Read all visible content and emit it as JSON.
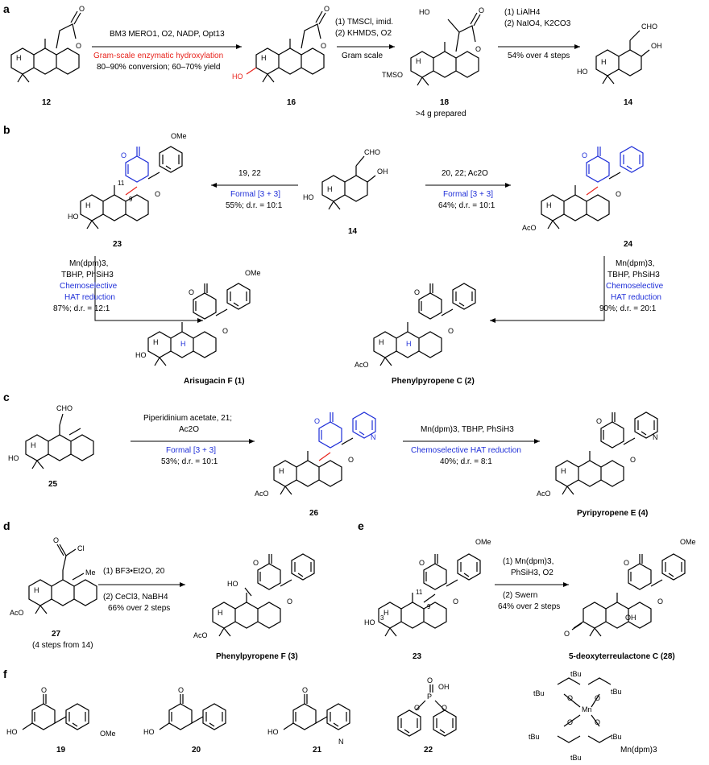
{
  "panels": {
    "a": "a",
    "b": "b",
    "c": "c",
    "d": "d",
    "e": "e",
    "f": "f"
  },
  "compounds": {
    "c12": "12",
    "c16": "16",
    "c18": "18",
    "c18_note": ">4 g prepared",
    "c14_a": "14",
    "c23": "23",
    "c14_b": "14",
    "c24": "24",
    "arisugacin": "Arisugacin F (1)",
    "phenylpyropeneC": "Phenylpyropene C (2)",
    "c25": "25",
    "c26": "26",
    "pyripyropeneE": "Pyripyropene E (4)",
    "c27": "27",
    "c27_note": "(4 steps from 14)",
    "phenylpyropeneF": "Phenylpyropene F (3)",
    "c23_e": "23",
    "deoxyterreulactone": "5-deoxyterreulactone C (28)",
    "c19": "19",
    "c20": "20",
    "c21": "21",
    "c22": "22",
    "mndpm": "Mn(dpm)3"
  },
  "conditions": {
    "a1_l1": "BM3 MERO1, O2, NADP, Opt13",
    "a1_l2": "Gram-scale enzymatic hydroxylation",
    "a1_l3": "80–90% conversion; 60–70% yield",
    "a2_l1": "(1) TMSCl, imid.",
    "a2_l2": "(2) KHMDS, O2",
    "a2_l3": "Gram scale",
    "a3_l1": "(1) LiAlH4",
    "a3_l2": "(2) NaIO4, K2CO3",
    "a3_l3": "54% over 4 steps",
    "b_left_l1": "19, 22",
    "b_left_l2": "Formal [3 + 3]",
    "b_left_l3": "55%; d.r. = 10:1",
    "b_right_l1": "20, 22; Ac2O",
    "b_right_l2": "Formal [3 + 3]",
    "b_right_l3": "64%; d.r. = 10:1",
    "b_hatL_l1": "Mn(dpm)3,",
    "b_hatL_l2": "TBHP, PhSiH3",
    "b_hatL_l3": "Chemoselective",
    "b_hatL_l4": "HAT reduction",
    "b_hatL_l5": "87%; d.r. = 12:1",
    "b_hatR_l1": "Mn(dpm)3,",
    "b_hatR_l2": "TBHP, PhSiH3",
    "b_hatR_l3": "Chemoselective",
    "b_hatR_l4": "HAT reduction",
    "b_hatR_l5": "90%; d.r. = 20:1",
    "c1_l1": "Piperidinium acetate, 21;",
    "c1_l2": "Ac2O",
    "c1_l3": "Formal [3 + 3]",
    "c1_l4": "53%; d.r. = 10:1",
    "c2_l1": "Mn(dpm)3, TBHP, PhSiH3",
    "c2_l2": "Chemoselective HAT reduction",
    "c2_l3": "40%; d.r. = 8:1",
    "d_l1": "(1) BF3•Et2O, 20",
    "d_l2": "(2) CeCl3, NaBH4",
    "d_l3": "66% over 2 steps",
    "e_l1": "(1) Mn(dpm)3,",
    "e_l2": "PhSiH3, O2",
    "e_l3": "(2) Swern",
    "e_l4": "64% over 2 steps"
  },
  "atoms": {
    "O": "O",
    "OMe": "OMe",
    "H": "H",
    "HO": "HO",
    "TMSO": "TMSO",
    "AcO": "AcO",
    "CHO": "CHO",
    "OH": "OH",
    "N": "N",
    "Cl": "Cl",
    "Me": "Me",
    "P": "P",
    "Mn": "Mn",
    "tBu": "tBu",
    "n9": "9",
    "n11": "11",
    "n3": "3"
  },
  "colors": {
    "highlight_red": "#e8231c",
    "highlight_blue": "#1f2fd8",
    "ink": "#000000",
    "background": "#ffffff"
  }
}
